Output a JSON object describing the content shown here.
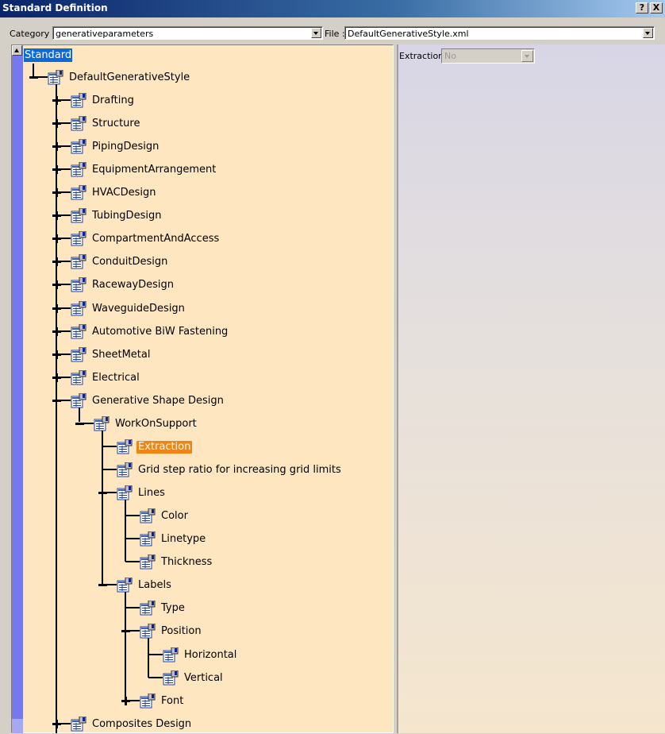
{
  "window": {
    "title": "Standard Definition",
    "help_button": "?",
    "close_button": "X"
  },
  "category": {
    "label": "Category :",
    "value": "generativeparameters"
  },
  "file": {
    "label": "File :",
    "value": "DefaultGenerativeStyle.xml"
  },
  "tree": {
    "root": "Standard",
    "nodes": [
      {
        "label": "DefaultGenerativeStyle"
      },
      {
        "label": "Drafting"
      },
      {
        "label": "Structure"
      },
      {
        "label": "PipingDesign"
      },
      {
        "label": "EquipmentArrangement"
      },
      {
        "label": "HVACDesign"
      },
      {
        "label": "TubingDesign"
      },
      {
        "label": "CompartmentAndAccess"
      },
      {
        "label": "ConduitDesign"
      },
      {
        "label": "RacewayDesign"
      },
      {
        "label": "WaveguideDesign"
      },
      {
        "label": "Automotive BiW Fastening"
      },
      {
        "label": "SheetMetal"
      },
      {
        "label": "Electrical"
      },
      {
        "label": "Generative Shape Design"
      },
      {
        "label": "WorkOnSupport"
      },
      {
        "label": "Extraction",
        "selected": true
      },
      {
        "label": "Grid step ratio for increasing grid limits"
      },
      {
        "label": "Lines"
      },
      {
        "label": "Color"
      },
      {
        "label": "Linetype"
      },
      {
        "label": "Thickness"
      },
      {
        "label": "Labels"
      },
      {
        "label": "Type"
      },
      {
        "label": "Position"
      },
      {
        "label": "Horizontal"
      },
      {
        "label": "Vertical"
      },
      {
        "label": "Font"
      },
      {
        "label": "Composites Design"
      }
    ]
  },
  "properties": {
    "extraction_label": "Extraction",
    "extraction_value": "No"
  },
  "colors": {
    "tree_background": "#fde6c0",
    "selection_highlight": "#f08414",
    "root_highlight": "#0a6ad8"
  }
}
